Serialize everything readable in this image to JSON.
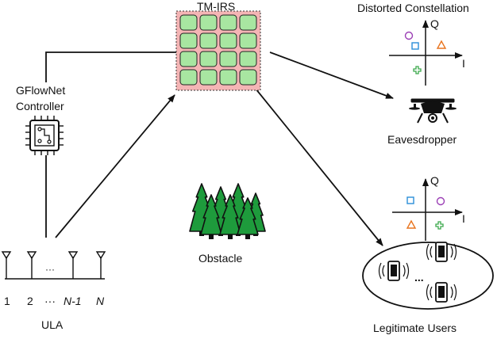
{
  "irs": {
    "label": "TM-IRS",
    "rows": 4,
    "cols": 4,
    "panel_color": "#f4b5b5",
    "cell_color": "#a8e6a1"
  },
  "controller": {
    "line1": "GFlowNet",
    "line2": "Controller"
  },
  "eavesdropper": {
    "label": "Eavesdropper",
    "constellation_title": "Distorted Constellation"
  },
  "legit": {
    "label": "Legitimate Users",
    "ellipsis": "..."
  },
  "obstacle": {
    "label": "Obstacle",
    "tree_color": "#1e9b3c"
  },
  "ula": {
    "label": "ULA",
    "inner_ellipsis": "···",
    "indices": {
      "one": "1",
      "two": "2",
      "dots": "···",
      "n_minus_1": "N-1",
      "n": "N"
    }
  },
  "axes": {
    "q": "Q",
    "i": "I"
  },
  "symbol_colors": {
    "circle": "#9b3fb5",
    "square": "#2b8fd8",
    "triangle": "#e8741e",
    "cross": "#3aa84a"
  }
}
